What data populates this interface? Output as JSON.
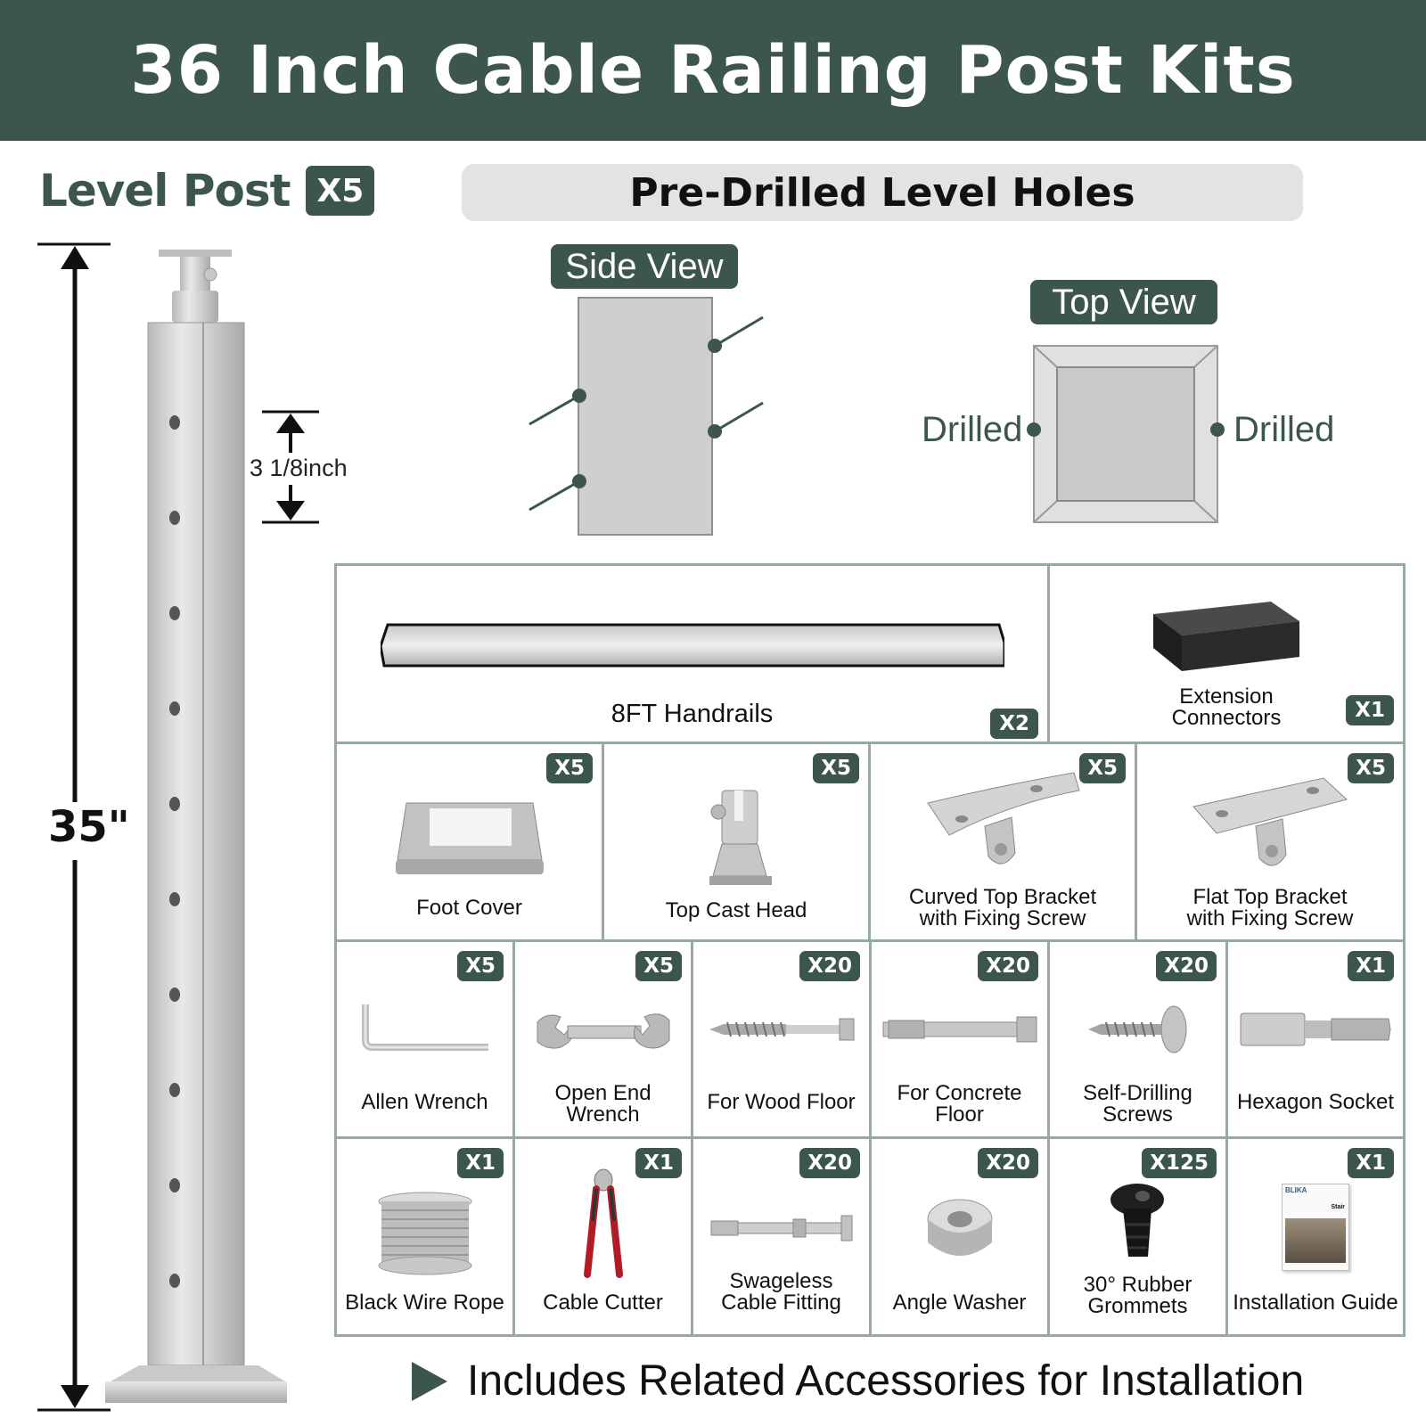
{
  "header": {
    "title": "36 Inch Cable Railing Post Kits"
  },
  "level_post": {
    "title": "Level Post",
    "qty": "X5",
    "height": "35\"",
    "spacing": "3 1/8inch"
  },
  "holes": {
    "title": "Pre-Drilled Level Holes",
    "side_view": "Side View",
    "top_view": "Top View",
    "drilled_left": "Drilled",
    "drilled_right": "Drilled"
  },
  "kit": {
    "row1": [
      {
        "label": "8FT Handrails",
        "qty": "X2",
        "icon": "handrail-icon"
      },
      {
        "label1": "Extension",
        "label2": "Connectors",
        "qty": "X1",
        "icon": "extension-connector-icon"
      }
    ],
    "row2": [
      {
        "label1": "Foot Cover",
        "label2": "",
        "qty": "X5",
        "icon": "foot-cover-icon"
      },
      {
        "label1": "Top Cast Head",
        "label2": "",
        "qty": "X5",
        "icon": "top-cast-head-icon"
      },
      {
        "label1": "Curved Top Bracket",
        "label2": "with Fixing Screw",
        "qty": "X5",
        "icon": "curved-bracket-icon"
      },
      {
        "label1": "Flat Top Bracket",
        "label2": "with Fixing Screw",
        "qty": "X5",
        "icon": "flat-bracket-icon"
      }
    ],
    "row3": [
      {
        "label1": "Allen Wrench",
        "label2": "",
        "qty": "X5",
        "icon": "allen-wrench-icon"
      },
      {
        "label1": "Open End",
        "label2": "Wrench",
        "qty": "X5",
        "icon": "open-end-wrench-icon"
      },
      {
        "label1": "For Wood Floor",
        "label2": "",
        "qty": "X20",
        "icon": "lag-screw-icon"
      },
      {
        "label1": "For Concrete",
        "label2": "Floor",
        "qty": "X20",
        "icon": "anchor-bolt-icon"
      },
      {
        "label1": "Self-Drilling",
        "label2": "Screws",
        "qty": "X20",
        "icon": "self-drilling-screw-icon"
      },
      {
        "label1": "Hexagon Socket",
        "label2": "",
        "qty": "X1",
        "icon": "hex-socket-icon"
      }
    ],
    "row4": [
      {
        "label1": "Black Wire Rope",
        "label2": "",
        "qty": "X1",
        "icon": "wire-rope-icon"
      },
      {
        "label1": "Cable Cutter",
        "label2": "",
        "qty": "X1",
        "icon": "cable-cutter-icon"
      },
      {
        "label1": "Swageless",
        "label2": "Cable Fitting",
        "qty": "X20",
        "icon": "cable-fitting-icon"
      },
      {
        "label1": "Angle Washer",
        "label2": "",
        "qty": "X20",
        "icon": "angle-washer-icon"
      },
      {
        "label1": "30° Rubber",
        "label2": "Grommets",
        "qty": "X125",
        "icon": "rubber-grommet-icon"
      },
      {
        "label1": "Installation Guide",
        "label2": "",
        "qty": "X1",
        "icon": "installation-guide-icon",
        "guide_brand": "BLIKA",
        "guide_title": "Stair"
      }
    ]
  },
  "footer": {
    "text": "Includes Related Accessories for Installation"
  },
  "colors": {
    "brand": "#3d564c",
    "border": "#97aaa0"
  }
}
